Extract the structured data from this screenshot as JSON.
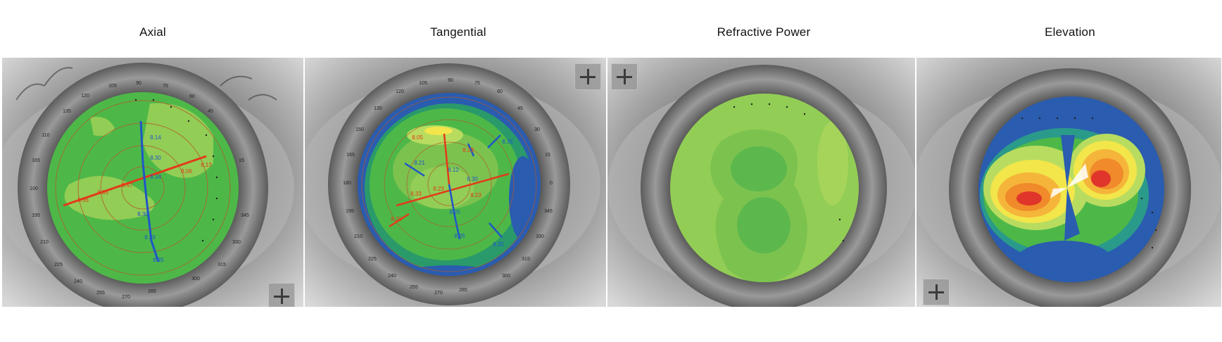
{
  "panels": [
    {
      "title": "Axial",
      "angles": [
        "105",
        "90",
        "75",
        "120",
        "60",
        "135",
        "45",
        "110",
        "15",
        "165",
        "100",
        "195",
        "345",
        "210",
        "330",
        "225",
        "315",
        "240",
        "255",
        "270",
        "285",
        "300"
      ],
      "readings": [
        "8.14",
        "8.30",
        "8.34",
        "8.47",
        "8.06",
        "8.13",
        "8.36",
        "8.05",
        "8.30",
        "8.29",
        "8.35"
      ]
    },
    {
      "title": "Tangential",
      "angles": [
        "105",
        "90",
        "75",
        "120",
        "60",
        "135",
        "45",
        "150",
        "30",
        "165",
        "15",
        "180",
        "0",
        "195",
        "345",
        "210",
        "330",
        "225",
        "315",
        "240",
        "300",
        "255",
        "270",
        "285"
      ],
      "readings": [
        "8.05",
        "8.23",
        "8.21",
        "8.35",
        "8.12",
        "8.30",
        "8.33",
        "8.35",
        "8.23",
        "8.23",
        "8.35",
        "8.38",
        "8.25"
      ]
    },
    {
      "title": "Refractive Power",
      "angles": [],
      "readings": []
    },
    {
      "title": "Elevation",
      "angles": [],
      "readings": []
    }
  ],
  "controls": {
    "zoom_icon": "plus-icon"
  },
  "colors": {
    "map_green": "#55b84a",
    "map_light_green": "#92cd55",
    "map_blue": "#2c5fb0",
    "map_yellow": "#f2e64a",
    "map_orange": "#f08a2a",
    "map_red": "#e0352a",
    "axis_red": "#e23a1a",
    "axis_blue": "#1f56c8"
  }
}
